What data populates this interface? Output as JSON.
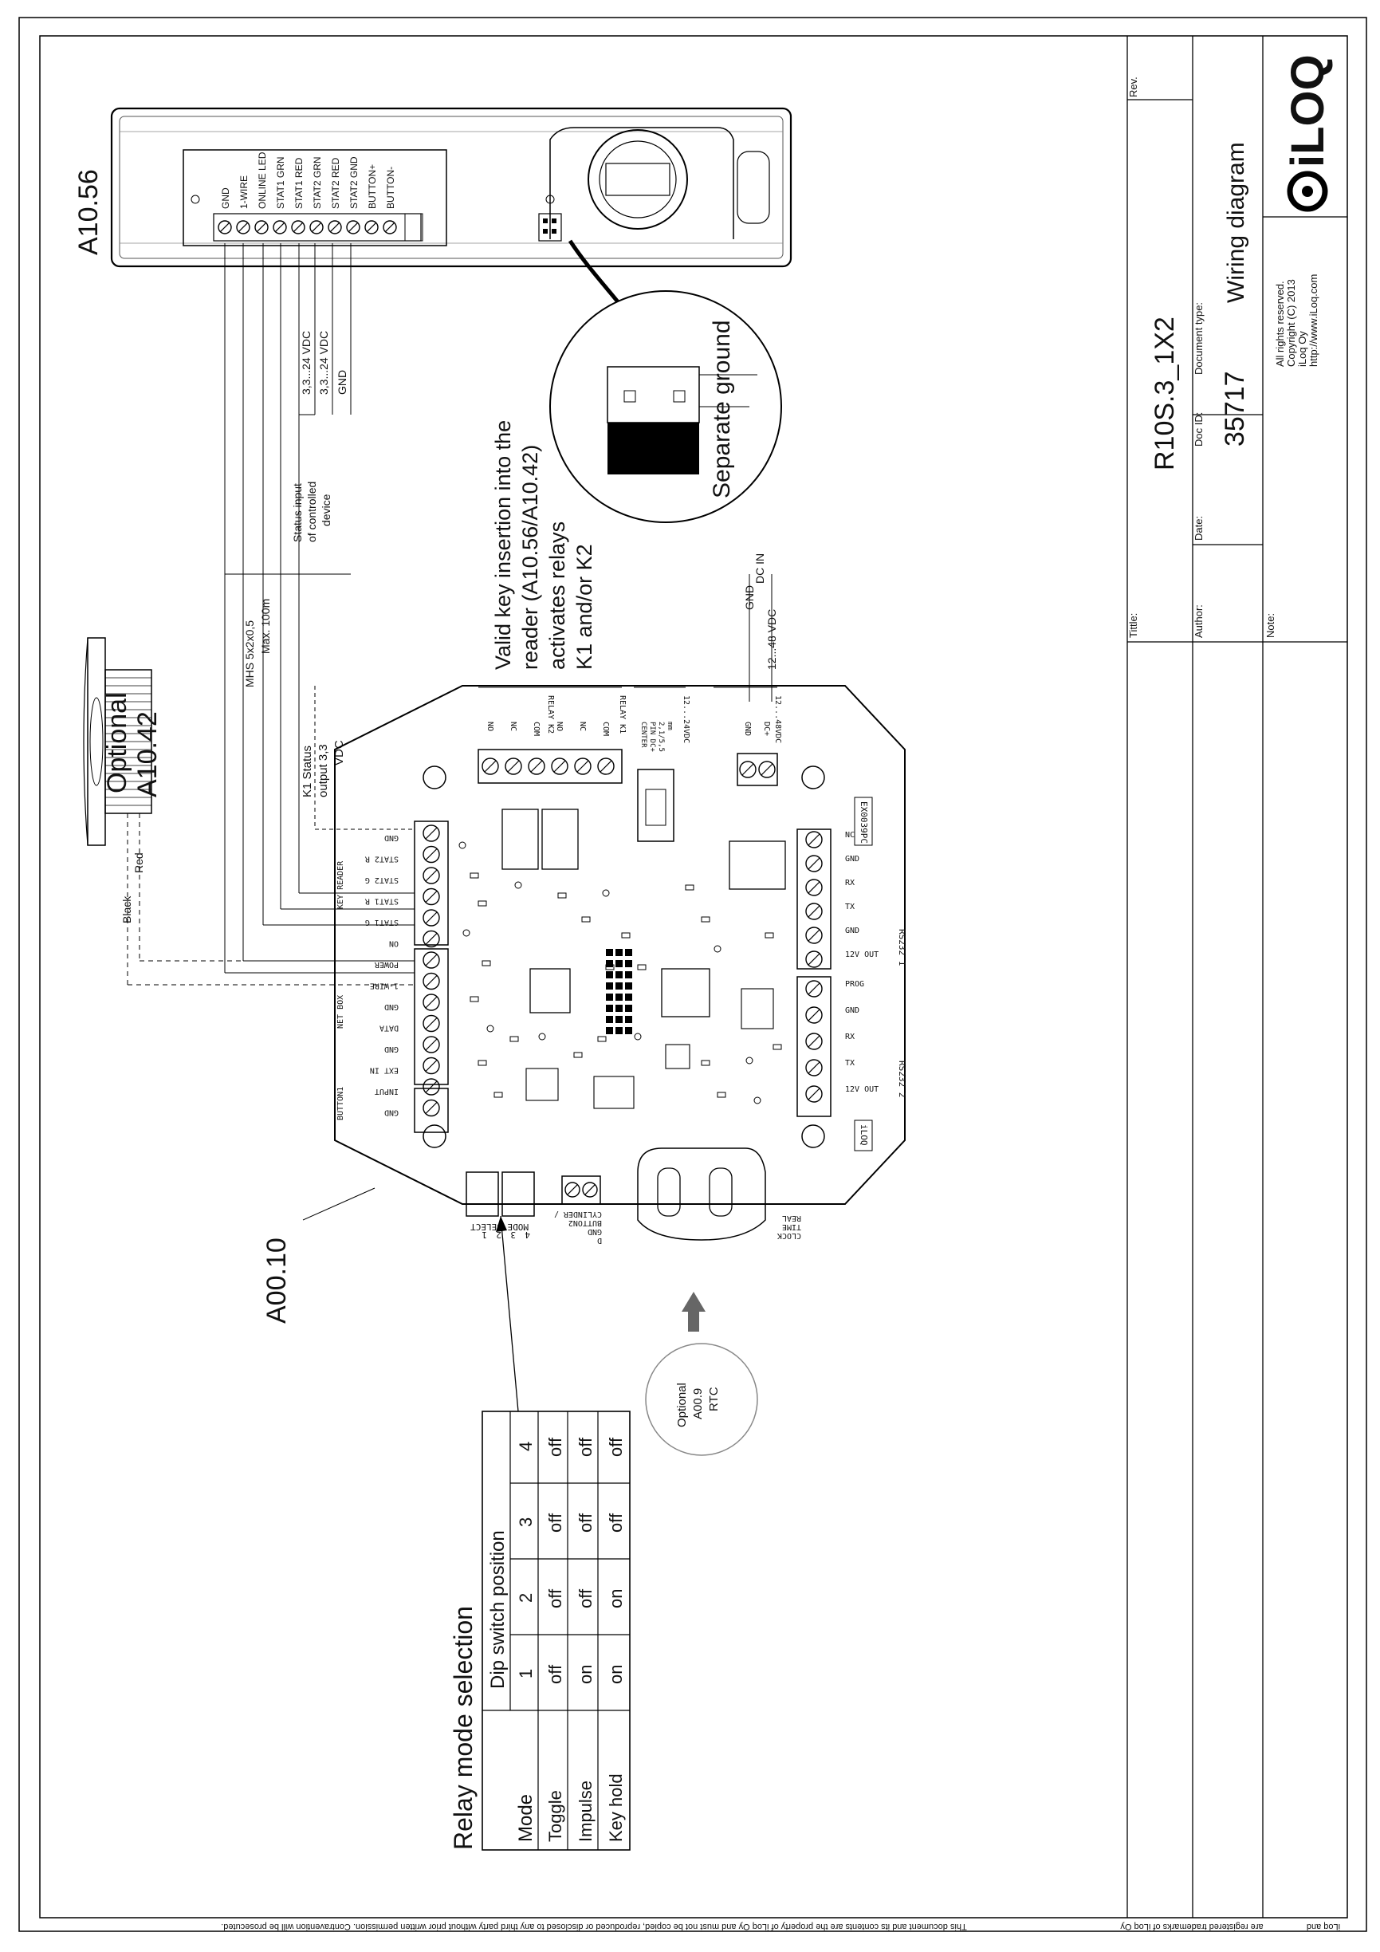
{
  "title_block": {
    "rev_label": "Rev.",
    "title_label": "Tittle:",
    "title_value": "R10S.3_1X2",
    "author_label": "Author:",
    "date_label": "Date:",
    "doc_id_label": "Doc ID:",
    "doc_id_value": "35717",
    "doc_type_label": "Document type:",
    "doc_type_value": "Wiring diagram",
    "note_label": "Note:",
    "rights_line1": "All rights reserved.",
    "rights_line2": "Copyright (C) 2013",
    "rights_line3": "iLoq Oy",
    "rights_line4": "http://www.iLoq.com",
    "logo_text": "iLOQ"
  },
  "footer": {
    "notice": "This document and its contents are the property of iLoq Oy and must not be copied, reproduced or disclosed to any third party without prior written permission. Contravention will be prosecuted.",
    "trademark": "are registered trademarks of iLoq Oy",
    "logo_and": "iLoq and"
  },
  "reader": {
    "label": "A10.56",
    "pins": [
      "GND",
      "1-WIRE",
      "ONLINE LED",
      "STAT1 GRN",
      "STAT1 RED",
      "STAT2 GRN",
      "STAT2 RED",
      "STAT2 GND",
      "BUTTON+",
      "BUTTON-"
    ],
    "separate_ground": "Separate ground"
  },
  "optional_reader": {
    "line1": "Optional",
    "line2": "A10.42",
    "black": "Black",
    "red": "Red"
  },
  "cable": {
    "spec": "MHS 5x2x0,5",
    "max": "Max. 100m"
  },
  "status_input": {
    "line1": "Status input",
    "line2": "of controlled",
    "line3": "device",
    "v1": "3,3...24 VDC",
    "v2": "3,3...24 VDC",
    "gnd": "GND"
  },
  "k1_status": {
    "line1": "K1 Status",
    "line2": "output 3,3",
    "line3": "VDC"
  },
  "valid_key_note": {
    "line1": "Valid key insertion into the",
    "line2": "reader (A10.56/A10.42)",
    "line3": "activates relays",
    "line4": "K1 and/or K2"
  },
  "dc_input": {
    "gnd": "GND",
    "v": "12...48 VDC",
    "label": "DC IN"
  },
  "board": {
    "label": "A00.10",
    "relay_headers": [
      "RELAY K2",
      "RELAY K1",
      "12...24VDC",
      "12...48VDC"
    ],
    "relay_pins": [
      "NO",
      "NC",
      "COM",
      "NO",
      "NC",
      "COM"
    ],
    "dc_jack": [
      "CENTER",
      "PIN DC+",
      "2,1/5,5",
      "mm"
    ],
    "dc_terminal": [
      "GND",
      "DC+"
    ],
    "left_pins": [
      "GND",
      "STAT2 R",
      "STAT2 G",
      "STAT1 R",
      "STAT1 G",
      "ON",
      "POWER",
      "1-WIRE",
      "GND",
      "DATA",
      "GND",
      "EXT IN",
      "INPUT",
      "GND"
    ],
    "left_groups": [
      "KEY READER",
      "NET BOX",
      "BUTTON1"
    ],
    "rs1_pins": [
      "NC",
      "GND",
      "RX",
      "TX",
      "GND",
      "12V OUT"
    ],
    "rs1_label": "RS232 1",
    "rs2_pins": [
      "PROG",
      "GND",
      "RX",
      "TX",
      "12V OUT"
    ],
    "rs2_label": "RS232 2",
    "part_code": "EX0039PC",
    "board_logo": "iLOQ",
    "mode_select": "MODE SELECT",
    "mode_nums": [
      "4",
      "3",
      "2",
      "1"
    ],
    "cylinder": [
      "CYLINDER /",
      "BUTTON2",
      "GND",
      "D"
    ],
    "real_time_clock": [
      "REAL",
      "TIME",
      "CLOCK"
    ]
  },
  "rtc": {
    "line1": "Optional",
    "line2": "A00.9",
    "line3": "RTC"
  },
  "relay_table": {
    "title": "Relay mode selection",
    "dip_header": "Dip switch position",
    "mode_header": "Mode",
    "columns": [
      "1",
      "2",
      "3",
      "4"
    ],
    "rows": [
      {
        "mode": "Toggle",
        "values": [
          "off",
          "off",
          "off",
          "off"
        ]
      },
      {
        "mode": "Impulse",
        "values": [
          "on",
          "off",
          "off",
          "off"
        ]
      },
      {
        "mode": "Key hold",
        "values": [
          "on",
          "on",
          "off",
          "off"
        ]
      }
    ]
  }
}
